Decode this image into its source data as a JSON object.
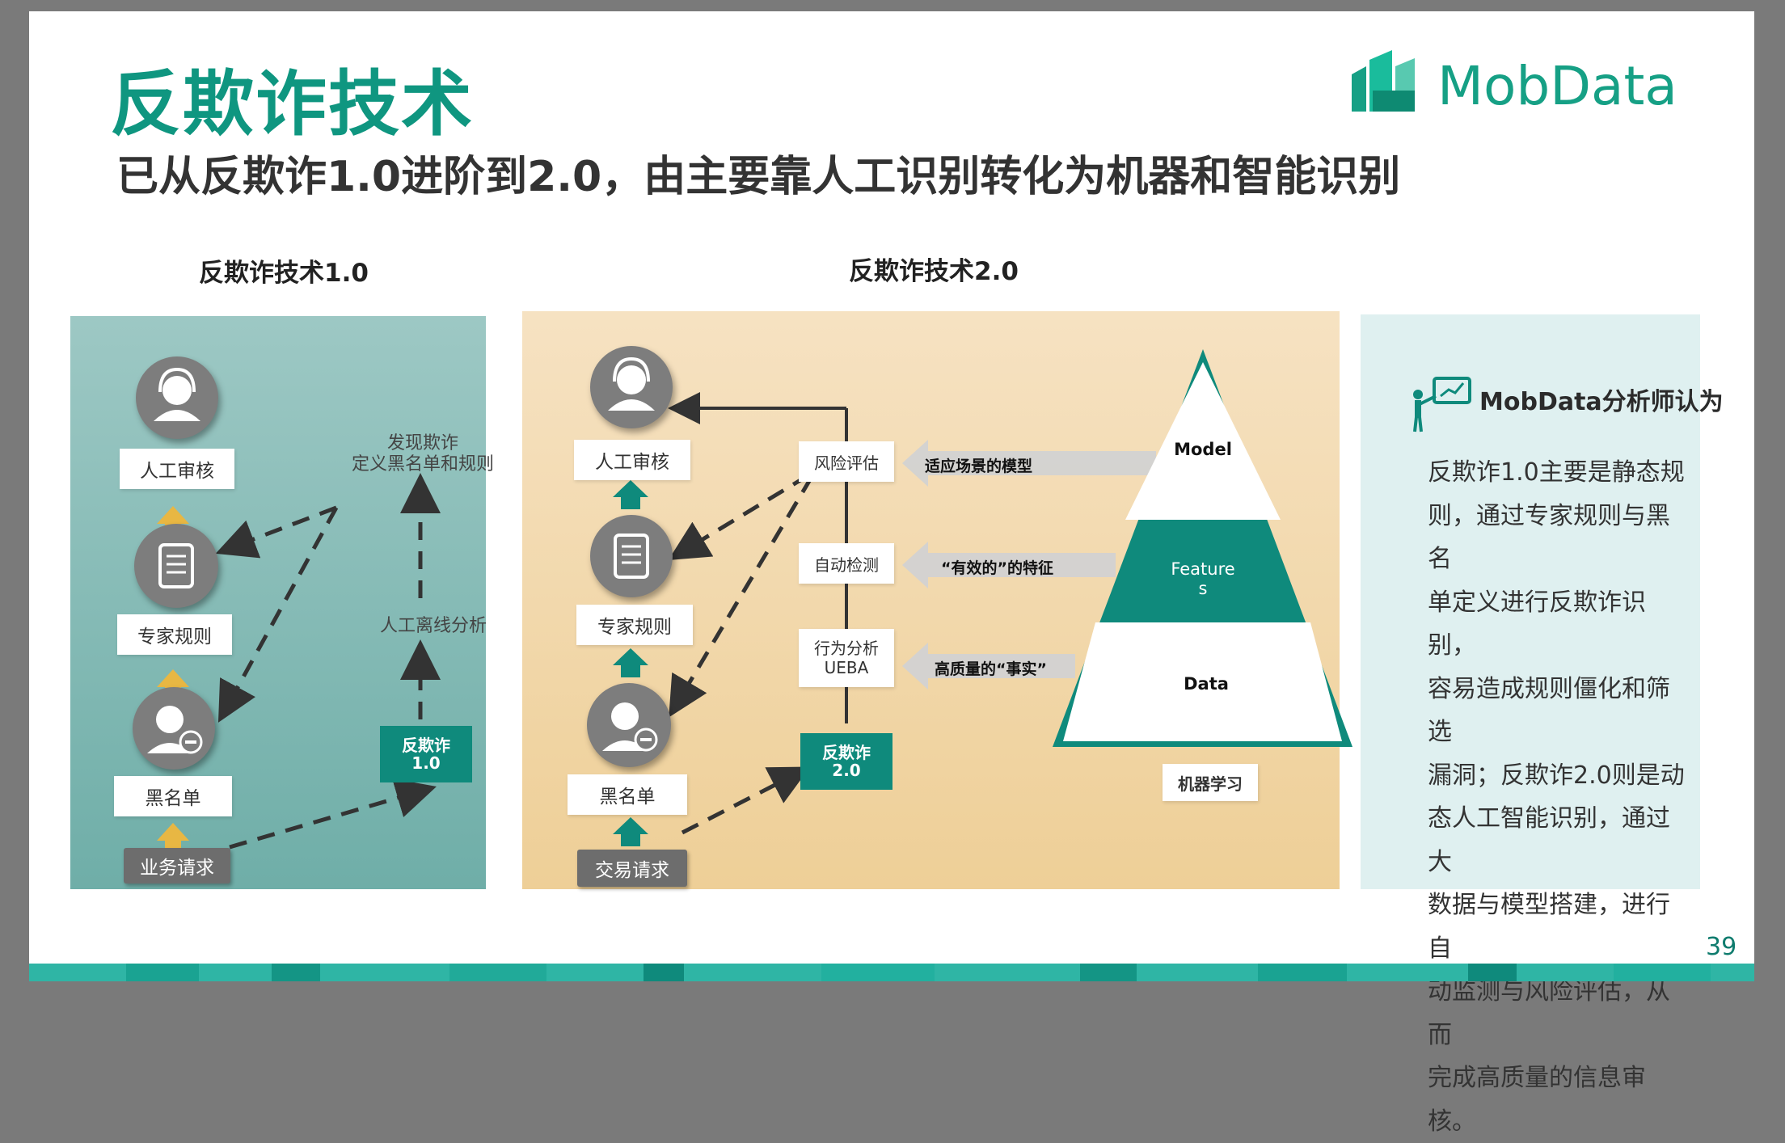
{
  "title": "反欺诈技术",
  "subtitle": "已从反欺诈1.0进阶到2.0，由主要靠人工识别转化为机器和智能识别",
  "logo": {
    "text": "MobData",
    "icon": "building-bars-icon",
    "color": "#16a085"
  },
  "section1": {
    "title": "反欺诈技术1.0",
    "nodes": {
      "review": "人工审核",
      "rules": "专家规则",
      "blacklist": "黑名单",
      "request": "业务请求"
    },
    "notes": {
      "discover_line1": "发现欺诈",
      "discover_line2": "定义黑名单和规则",
      "offline": "人工离线分析"
    },
    "tag_line1": "反欺诈",
    "tag_line2": "1.0"
  },
  "section2": {
    "title": "反欺诈技术2.0",
    "nodes": {
      "review": "人工审核",
      "rules": "专家规则",
      "blacklist": "黑名单",
      "request": "交易请求"
    },
    "stages": {
      "risk": "风险评估",
      "auto": "自动检测",
      "behavior_line1": "行为分析",
      "behavior_line2": "UEBA"
    },
    "tag_line1": "反欺诈",
    "tag_line2": "2.0",
    "arrows": {
      "model_fit": "适应场景的模型",
      "effective_features": "“有效的”的特征",
      "quality_facts": "高质量的“事实”"
    },
    "pyramid": {
      "model": "Model",
      "features_line1": "Feature",
      "features_line2": "s",
      "data": "Data",
      "caption": "机器学习"
    }
  },
  "analyst": {
    "icon": "presenter-chart-icon",
    "title": "MobData分析师认为",
    "lines": [
      "反欺诈1.0主要是静态规",
      "则，通过专家规则与黑名",
      "单定义进行反欺诈识别，",
      "容易造成规则僵化和筛选",
      "漏洞；反欺诈2.0则是动",
      "态人工智能识别，通过大",
      "数据与模型搭建，进行自",
      "动监测与风险评估，从而",
      "完成高质量的信息审核。"
    ]
  },
  "page_number": "39",
  "colors": {
    "accent_teal": "#0f9680",
    "panel1_bg": "#7fb6b1",
    "panel2_bg": "#f2dbb0",
    "panel3_bg": "#dff0f0",
    "up_arrow_gold": "#e8b743",
    "up_arrow_teal": "#0f8a7c"
  }
}
